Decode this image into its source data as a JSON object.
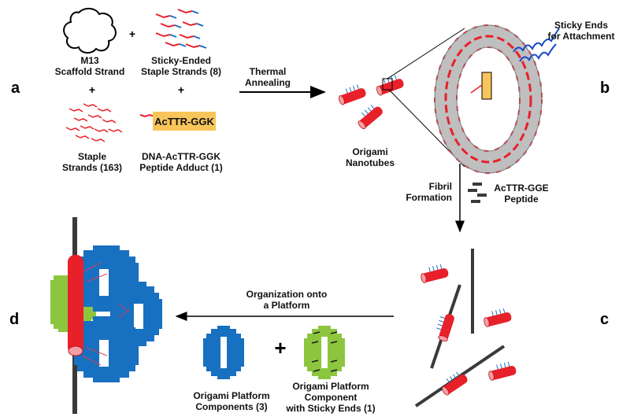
{
  "panel_letters": {
    "a": "a",
    "b": "b",
    "c": "c",
    "d": "d"
  },
  "components": {
    "m13": [
      "M13",
      "Scaffold Strand"
    ],
    "sticky_staples": [
      "Sticky-Ended",
      "Staple Strands (8)"
    ],
    "staples": [
      "Staple",
      "Strands (163)"
    ],
    "adduct_box": "AcTTR-GGK",
    "adduct": [
      "DNA-AcTTR-GGK",
      "Peptide Adduct (1)"
    ],
    "plus": "+"
  },
  "steps": {
    "annealing": [
      "Thermal",
      "Annealing"
    ],
    "fibril": [
      "Fibril",
      "Formation"
    ],
    "peptide": [
      "AcTTR-GGE",
      "Peptide"
    ],
    "organization": [
      "Organization onto",
      "a Platform"
    ]
  },
  "products": {
    "nanotubes": [
      "Origami",
      "Nanotubes"
    ],
    "sticky_ends": [
      "Sticky Ends",
      "for Attachment"
    ]
  },
  "platform": {
    "plain": [
      "Origami Platform",
      "Components (3)"
    ],
    "sticky": [
      "Origami Platform",
      "Component",
      "with Sticky Ends (1)"
    ],
    "plus": "+"
  },
  "colors": {
    "red": "#e8202a",
    "blue": "#1870c0",
    "green": "#8cc63f",
    "gray": "#3a3a3a",
    "peptide_box": "#f7c55a"
  }
}
